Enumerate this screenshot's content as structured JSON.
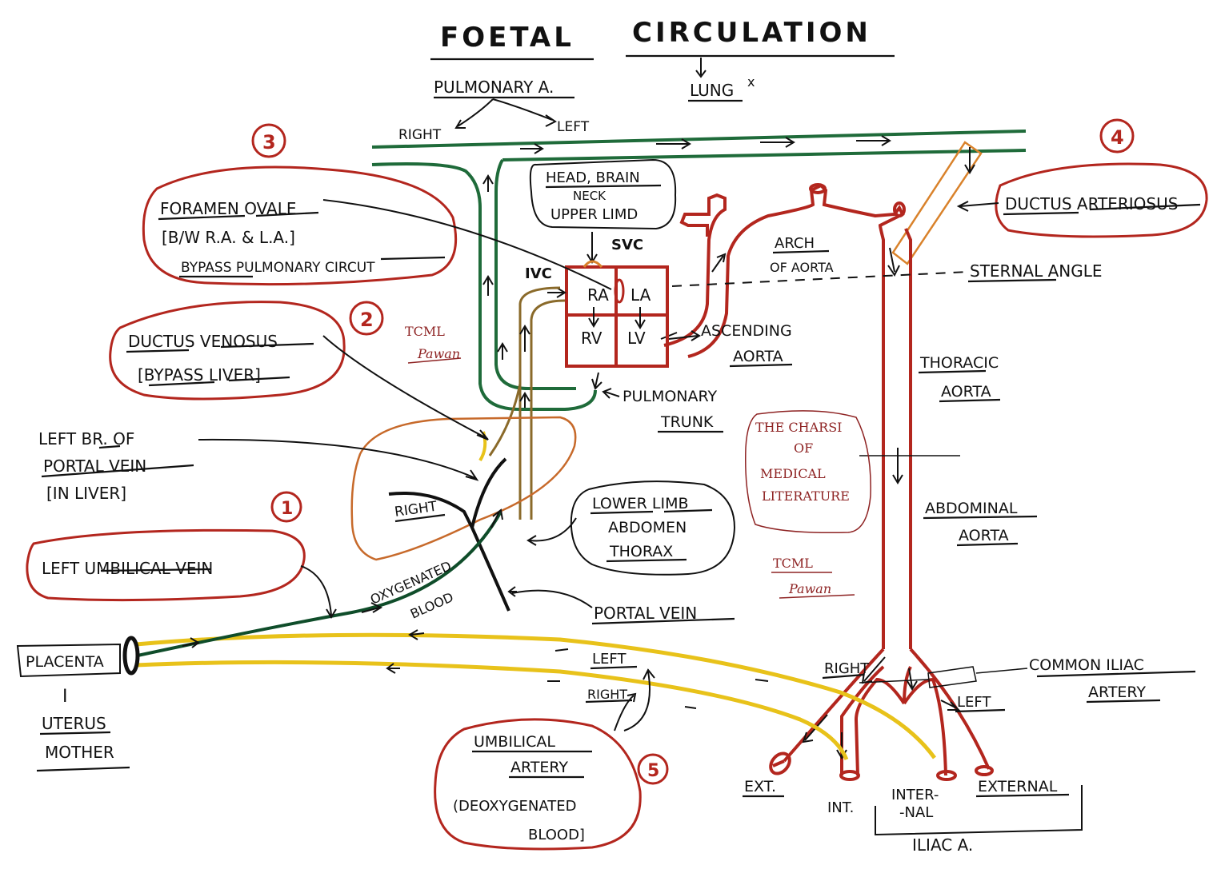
{
  "title": {
    "word1": "FOETAL",
    "word2": "CIRCULATION"
  },
  "top": {
    "pulmonary_a": "PULMONARY A.",
    "lung": "LUNG",
    "lung_mark": "x",
    "right": "RIGHT",
    "left": "LEFT"
  },
  "heart": {
    "ra": "RA",
    "la": "LA",
    "rv": "RV",
    "lv": "LV",
    "svc": "SVC",
    "ivc": "IVC"
  },
  "head_box": {
    "line1": "HEAD, BRAIN",
    "line2": "NECK",
    "line3": "UPPER LIMD"
  },
  "foramen": {
    "number": "3",
    "line1": "FORAMEN OVALE",
    "line2": "[B/W  R.A. & L.A.]",
    "line3": "BYPASS  PULMONARY CIRCUT"
  },
  "ductus_venosus": {
    "number": "2",
    "line1": "DUCTUS VENOSUS",
    "line2": "[BYPASS  LIVER]"
  },
  "ductus_arteriosus": {
    "number": "4",
    "label": "DUCTUS ARTERIOSUS"
  },
  "umbilical_vein": {
    "number": "1",
    "label": "LEFT UMBILICAL VEIN"
  },
  "umbilical_artery": {
    "number": "5",
    "line1": "UMBILICAL",
    "line2": "ARTERY",
    "line3": "(DEOXYGENATED",
    "line4": "BLOOD]"
  },
  "portal": {
    "line1": "LEFT BR. OF",
    "line2": "PORTAL VEIN",
    "line3": "[IN LIVER]",
    "portal_vein": "PORTAL VEIN",
    "right": "RIGHT"
  },
  "lower_box": {
    "line1": "LOWER LIMB",
    "line2": "ABDOMEN",
    "line3": "THORAX"
  },
  "aorta": {
    "arch1": "ARCH",
    "arch2": "OF AORTA",
    "sternal": "STERNAL ANGLE",
    "asc1": "ASCENDING",
    "asc2": "AORTA",
    "pt1": "PULMONARY",
    "pt2": "TRUNK",
    "th1": "THORACIC",
    "th2": "AORTA",
    "ab1": "ABDOMINAL",
    "ab2": "AORTA"
  },
  "iliac": {
    "right": "RIGHT",
    "left": "LEFT",
    "common1": "COMMON ILIAC",
    "common2": "ARTERY",
    "ext": "EXT.",
    "int": "INT.",
    "inter1": "INTER-",
    "inter2": "-NAL",
    "external": "EXTERNAL",
    "iliac_a": "ILIAC A."
  },
  "blood": {
    "oxy": "OXYGENATED",
    "blood": "BLOOD"
  },
  "placenta": {
    "label": "PLACENTA",
    "sep": "I",
    "uterus": "UTERUS",
    "mother": "MOTHER"
  },
  "umb_art_labels": {
    "left": "LEFT",
    "right": "RIGHT"
  },
  "watermark": {
    "line1": "THE CHARSI",
    "line2": "OF",
    "line3": "MEDICAL",
    "line4": "LITERATURE",
    "sig1": "TCML",
    "sig2": "Pawan"
  },
  "colors": {
    "artery": "#b3261e",
    "vein_green": "#1f6b3a",
    "dark_green": "#0f4d2a",
    "yellow": "#e8c21a",
    "orange": "#d9822b",
    "brown": "#8a6a2a",
    "ink": "#111111",
    "watermark": "#8e2323"
  }
}
